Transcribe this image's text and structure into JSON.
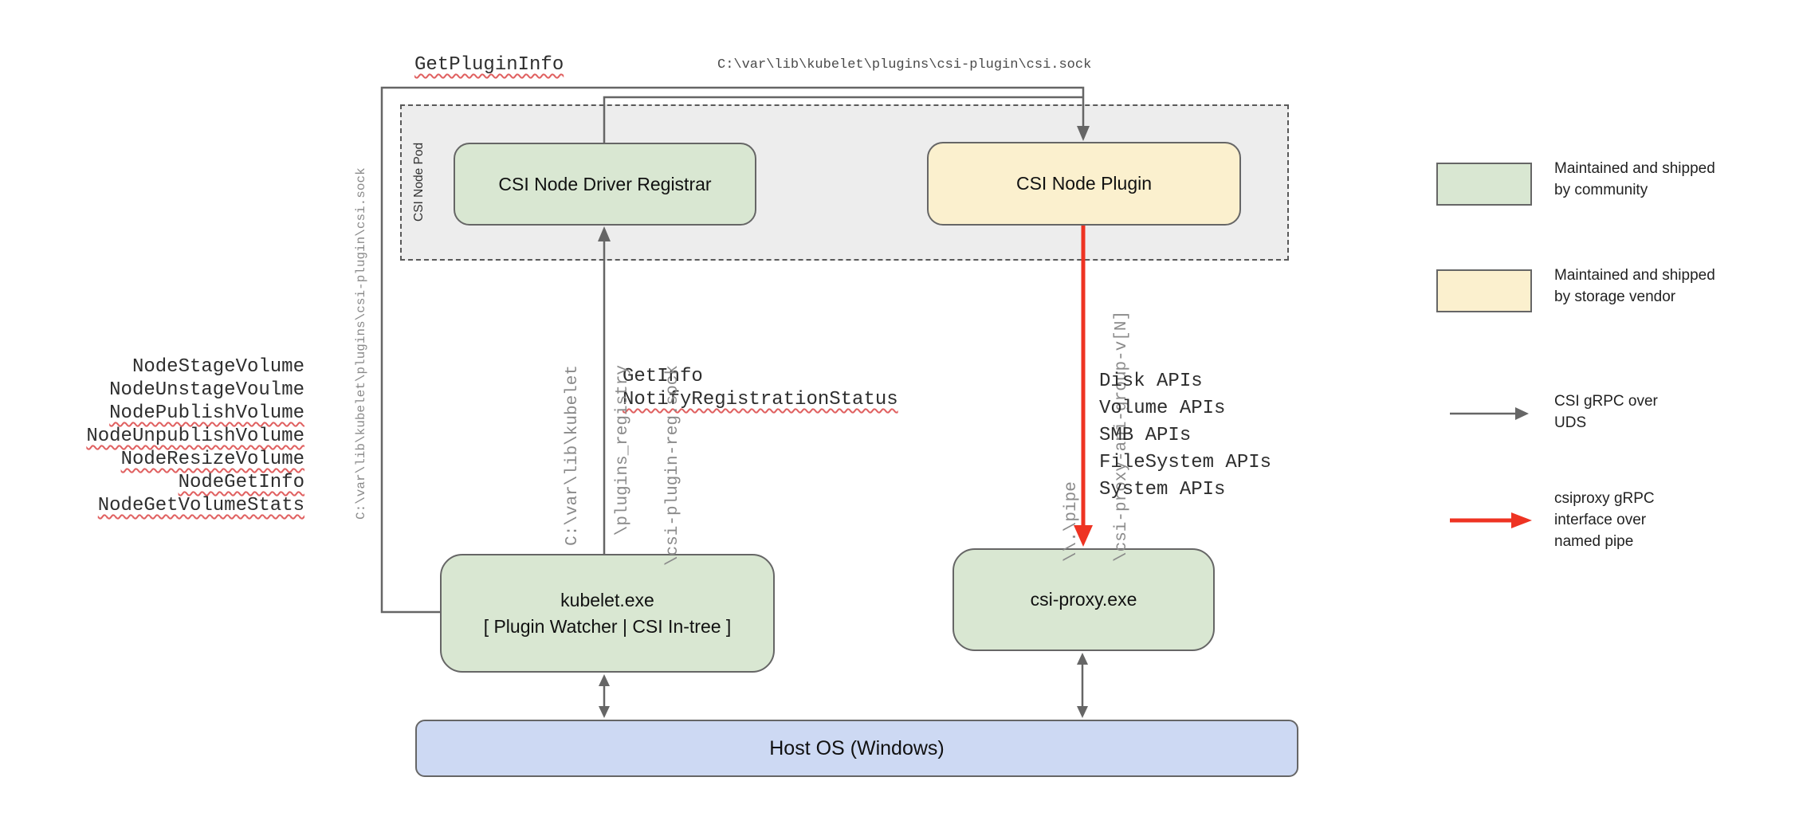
{
  "top": {
    "get_plugin_info": "GetPluginInfo",
    "csi_sock_path": "C:\\var\\lib\\kubelet\\plugins\\csi-plugin\\csi.sock"
  },
  "left": {
    "csi_sock_path_vertical": "C:\\var\\lib\\kubelet\\plugins\\csi-plugin\\csi.sock",
    "node_calls": [
      {
        "label": "NodeStageVolume",
        "wavy": false
      },
      {
        "label": "NodeUnstageVoulme",
        "wavy": false
      },
      {
        "label": "NodePublishVolume",
        "wavy": true
      },
      {
        "label": "NodeUnpublishVolume",
        "wavy": true
      },
      {
        "label": "NodeResizeVolume",
        "wavy": true
      },
      {
        "label": "NodeGetInfo",
        "wavy": true
      },
      {
        "label": "NodeGetVolumeStats",
        "wavy": true
      }
    ]
  },
  "pod": {
    "label": "CSI Node Pod",
    "registrar": "CSI Node Driver Registrar",
    "plugin": "CSI Node Plugin"
  },
  "registration": {
    "get_info": "GetInfo",
    "notify": "NotifyRegistrationStatus",
    "reg_sock_lines": [
      "C:\\var\\lib\\kubelet",
      "\\plugins_registry",
      "\\csi-plugin-reg.sock"
    ]
  },
  "proxy_channel": {
    "pipe_lines": [
      "\\\\.\\pipe",
      "\\csi-proxy-api-group-v[N]"
    ],
    "apis": [
      "Disk APIs",
      "Volume APIs",
      "SMB APIs",
      "FileSystem APIs",
      "System APIs"
    ]
  },
  "bottom": {
    "kubelet_line1": "kubelet.exe",
    "kubelet_line2": "[ Plugin Watcher | CSI In-tree ]",
    "csi_proxy": "csi-proxy.exe",
    "host_os": "Host OS (Windows)"
  },
  "legend": {
    "community": [
      "Maintained and shipped",
      "by community"
    ],
    "vendor": [
      "Maintained and shipped",
      "by storage vendor"
    ],
    "uds": [
      "CSI gRPC over",
      "UDS"
    ],
    "named_pipe": [
      "csiproxy gRPC",
      "interface over",
      "named pipe"
    ]
  },
  "colors": {
    "community_green": "#d9e7d2",
    "vendor_yellow": "#fbf0ce",
    "pod_gray": "#ededed",
    "host_blue": "#cdd9f3",
    "line_gray": "#666666",
    "grpc_red": "#ee3322",
    "squiggle_red": "#e06060"
  }
}
